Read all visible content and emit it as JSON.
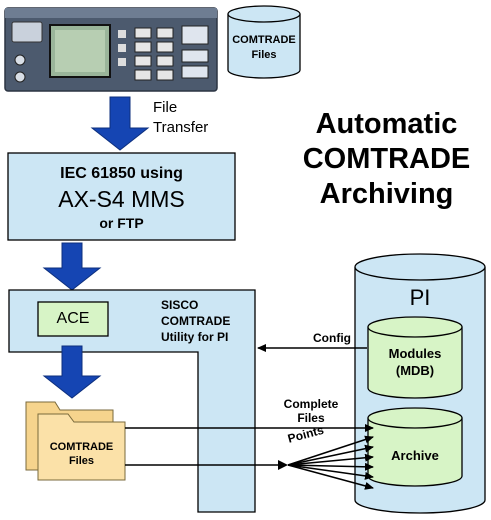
{
  "title": {
    "line1": "Automatic",
    "line2": "COMTRADE",
    "line3": "Archiving"
  },
  "relay_files_cylinder": {
    "line1": "COMTRADE",
    "line2": "Files"
  },
  "file_transfer": {
    "line1": "File",
    "line2": "Transfer"
  },
  "iec_box": {
    "line1": "IEC 61850 using",
    "line2": "AX-S4 MMS",
    "line3": "or FTP"
  },
  "ace_box": {
    "label": "ACE"
  },
  "sisco_utility": {
    "line1": "SISCO",
    "line2": "COMTRADE",
    "line3": "Utility for PI"
  },
  "pi_server": {
    "label": "PI",
    "modules_db": {
      "line1": "Modules",
      "line2": "(MDB)"
    },
    "archive_db": {
      "label": "Archive"
    }
  },
  "config_arrow": {
    "label": "Config"
  },
  "complete_files_arrow": {
    "line1": "Complete",
    "line2": "Files"
  },
  "points_arrow": {
    "label": "Points"
  },
  "local_folder": {
    "line1": "COMTRADE",
    "line2": "Files"
  },
  "colors": {
    "light_blue": "#cce6f4",
    "green": "#d7f4c6",
    "arrow_blue": "#1545b3",
    "folder": "#fbe1a8",
    "relay_body": "#4c5a6e"
  }
}
